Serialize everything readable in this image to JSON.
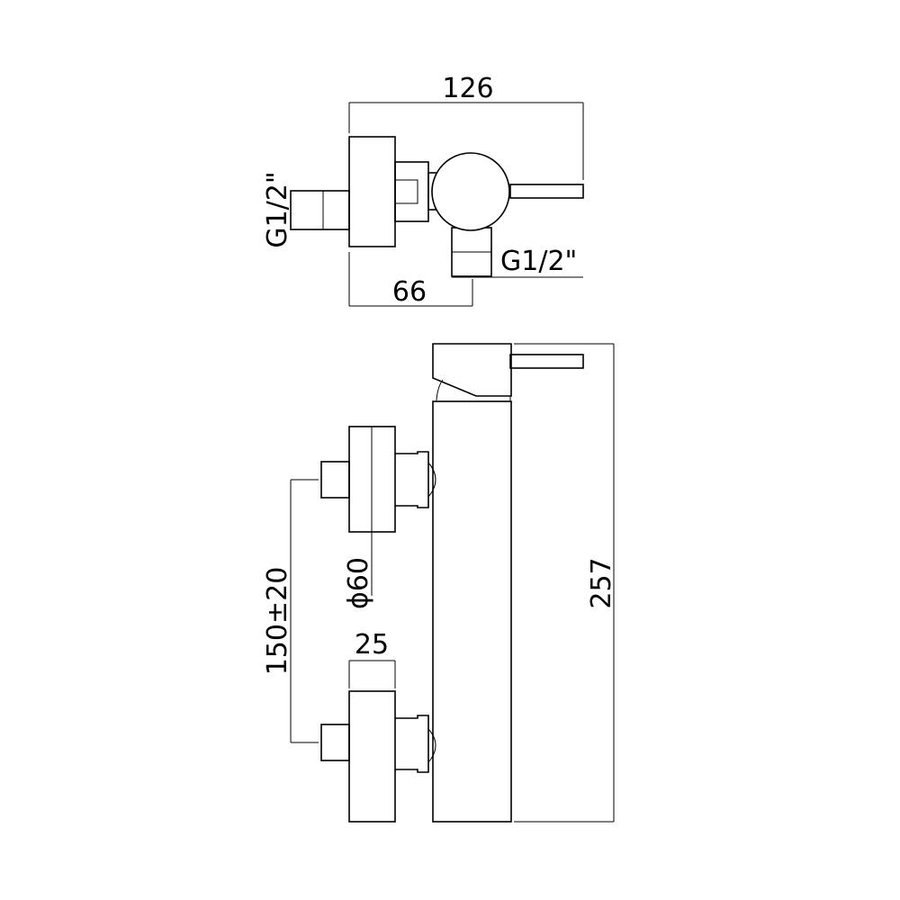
{
  "top_view": {
    "width_dim": "126",
    "offset_dim": "66",
    "inlet_thread": "G1/2\"",
    "outlet_thread": "G1/2\""
  },
  "side_view": {
    "height_dim": "257",
    "flange_diameter": "ϕ60",
    "centre_distance": "150±20",
    "flange_depth": "25"
  },
  "colors": {
    "line": "#000000",
    "background": "#ffffff"
  }
}
